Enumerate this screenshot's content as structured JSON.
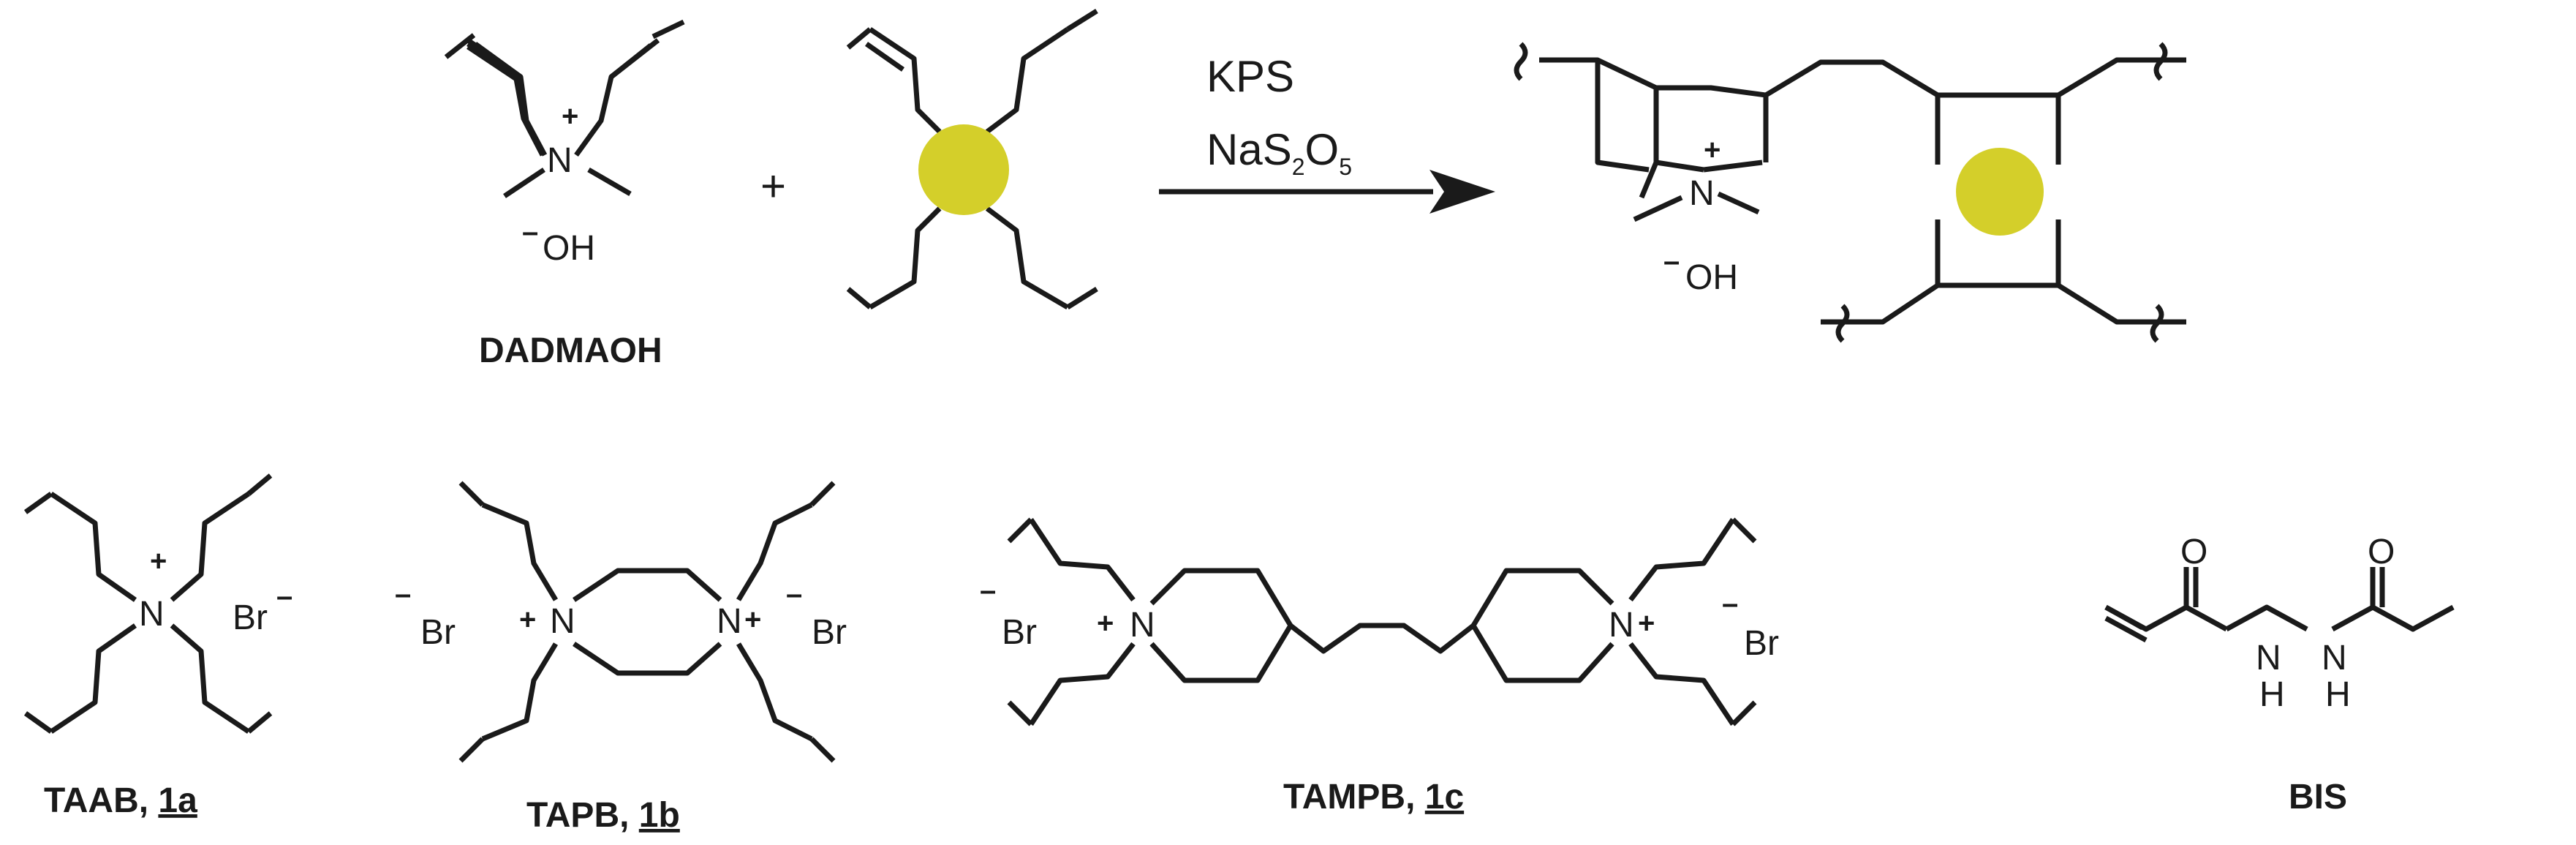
{
  "reaction": {
    "reagent_line1": "KPS",
    "reagent_line2_prefix": "NaS",
    "reagent_line2_sub1": "2",
    "reagent_line2_mid": "O",
    "reagent_line2_sub2": "5",
    "plus_sign": "+"
  },
  "monomers": {
    "dadmaoh_label": "DADMAOH",
    "hydroxide": "OH",
    "nitrogen": "N",
    "plus_charge": "+",
    "minus_charge": "–"
  },
  "crosslinkers": [
    {
      "name": "TAAB",
      "number": "1a",
      "counterion": "Br"
    },
    {
      "name": "TAPB",
      "number": "1b",
      "counterion": "Br"
    },
    {
      "name": "TAMPB",
      "number": "1c",
      "counterion": "Br"
    },
    {
      "name": "BIS"
    }
  ],
  "bis_atoms": {
    "oxygen": "O",
    "nitrogen": "N",
    "hydrogen": "H"
  },
  "label_separator": ", ",
  "colors": {
    "crosslinker_sphere": "#d4cf2a",
    "ink": "#1a1a1a"
  }
}
